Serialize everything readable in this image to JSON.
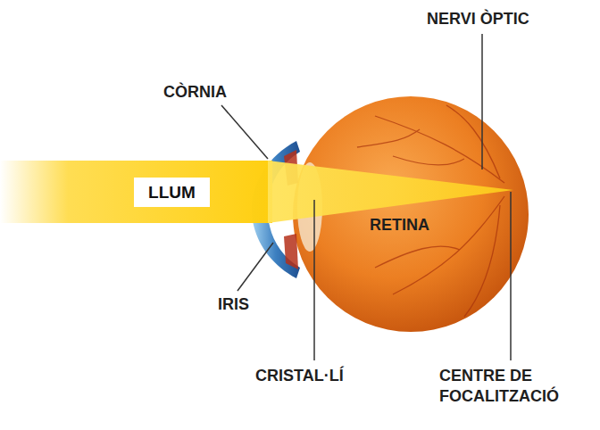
{
  "diagram": {
    "nodes": [
      {
        "text": [
          "LLUM"
        ]
      }
    ],
    "labels": [
      "NERVI ÒPTIC",
      "CÒRNIA",
      "RETINA",
      "IRIS",
      "CRISTAL·LÍ",
      "CENTRE DE FOCALITZACIÓ"
    ]
  }
}
